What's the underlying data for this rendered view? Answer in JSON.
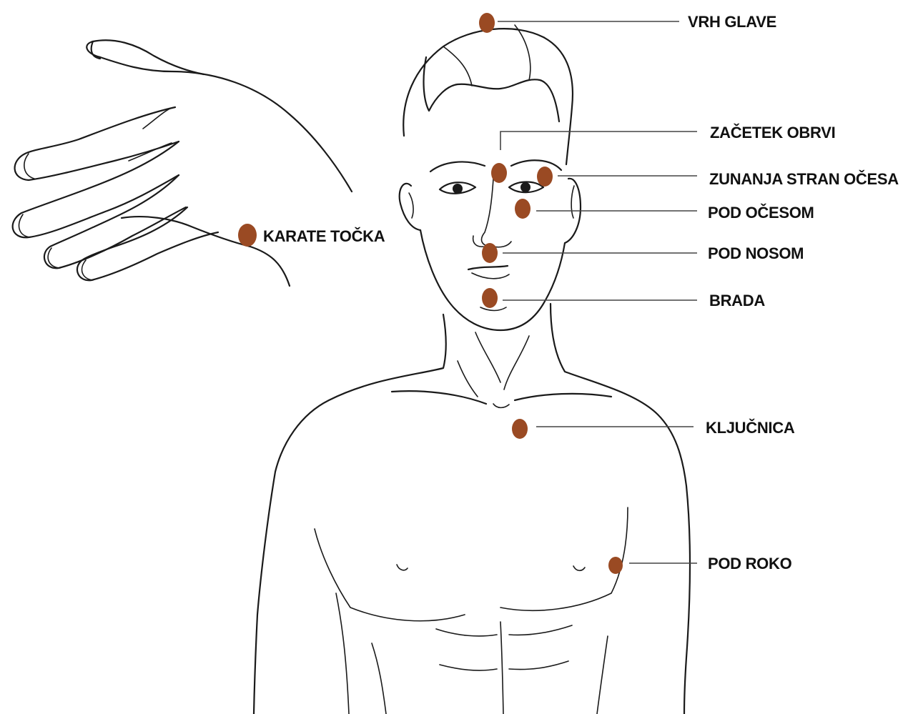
{
  "point_color": "#9a4a23",
  "labels": {
    "vrh_glave": "VRH GLAVE",
    "zacetek_obrvi": "ZAČETEK OBRVI",
    "zunanja_stran_ocesa": "ZUNANJA STRAN OČESA",
    "pod_ocesom": "POD OČESOM",
    "pod_nosom": "POD NOSOM",
    "brada": "BRADA",
    "kljucnica": "KLJUČNICA",
    "pod_roko": "POD ROKO",
    "karate_tocka": "KARATE TOČKA"
  }
}
